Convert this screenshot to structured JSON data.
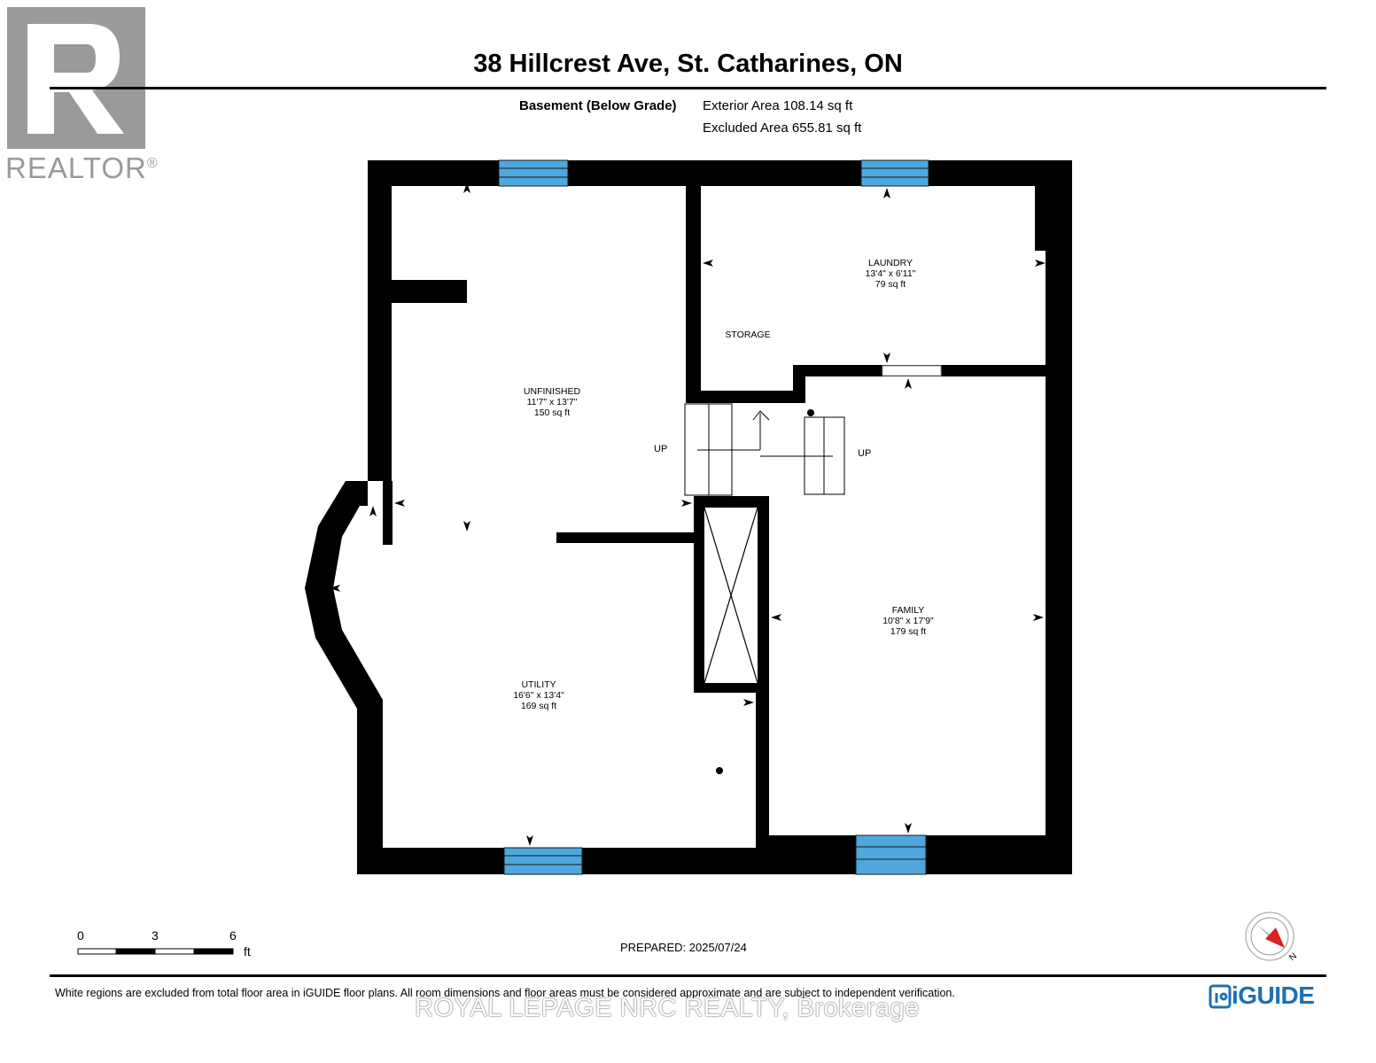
{
  "header": {
    "title": "38 Hillcrest Ave, St. Catharines, ON",
    "floor_label": "Basement (Below Grade)",
    "exterior_area": "Exterior Area 108.14 sq ft",
    "excluded_area": "Excluded Area 655.81 sq ft"
  },
  "logo": {
    "text": "REALTOR",
    "mark": "®"
  },
  "rooms": {
    "laundry": {
      "name": "LAUNDRY",
      "dims": "13'4\" x 6'11\"",
      "area": "79 sq ft"
    },
    "storage": {
      "name": "STORAGE"
    },
    "unfinished": {
      "name": "UNFINISHED",
      "dims": "11'7\" x 13'7\"",
      "area": "150 sq ft"
    },
    "family": {
      "name": "FAMILY",
      "dims": "10'8\" x 17'9\"",
      "area": "179 sq ft"
    },
    "utility": {
      "name": "UTILITY",
      "dims": "16'6\" x 13'4\"",
      "area": "169 sq ft"
    }
  },
  "stairs": {
    "up_left": "UP",
    "up_right": "UP"
  },
  "scale": {
    "labels": [
      "0",
      "3",
      "6"
    ],
    "unit": "ft"
  },
  "prepared": "PREPARED: 2025/07/24",
  "compass": {
    "label": "N"
  },
  "footer": {
    "note": "White regions are excluded from total floor area in iGUIDE floor plans. All room dimensions and floor areas must be considered approximate and are subject to independent verification.",
    "brand": "iGUIDE",
    "watermark": "ROYAL LEPAGE NRC REALTY, Brokerage"
  },
  "colors": {
    "window": "#4ea8de",
    "wall": "#000000",
    "brand": "#1f6fb5",
    "compass_needle": "#e02020"
  }
}
